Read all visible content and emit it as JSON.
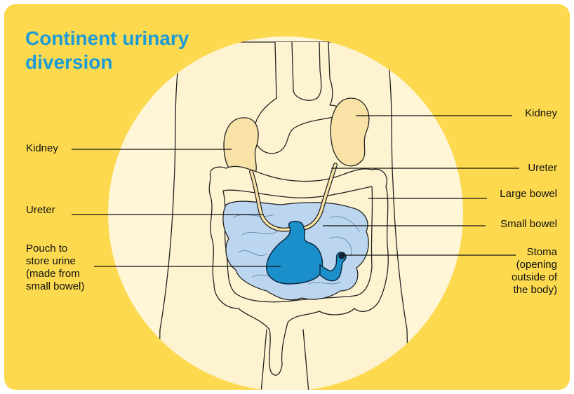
{
  "title": "Continent urinary diversion",
  "labels": {
    "kidney_left": "Kidney",
    "ureter_left": "Ureter",
    "pouch": [
      "Pouch to",
      "store urine",
      "(made from",
      "small bowel)"
    ],
    "kidney_right": "Kidney",
    "ureter_right": "Ureter",
    "large_bowel": "Large bowel",
    "small_bowel": "Small bowel",
    "stoma": [
      "Stoma",
      "(opening",
      "outside of",
      "the body)"
    ]
  },
  "colors": {
    "background": "#fcd94f",
    "circle": "#fff6d8",
    "body": "#fdf3d0",
    "kidney": "#f8e2a6",
    "small_bowel": "#bcd6ef",
    "pouch": "#1a8fc9",
    "title": "#1d9bd7"
  }
}
